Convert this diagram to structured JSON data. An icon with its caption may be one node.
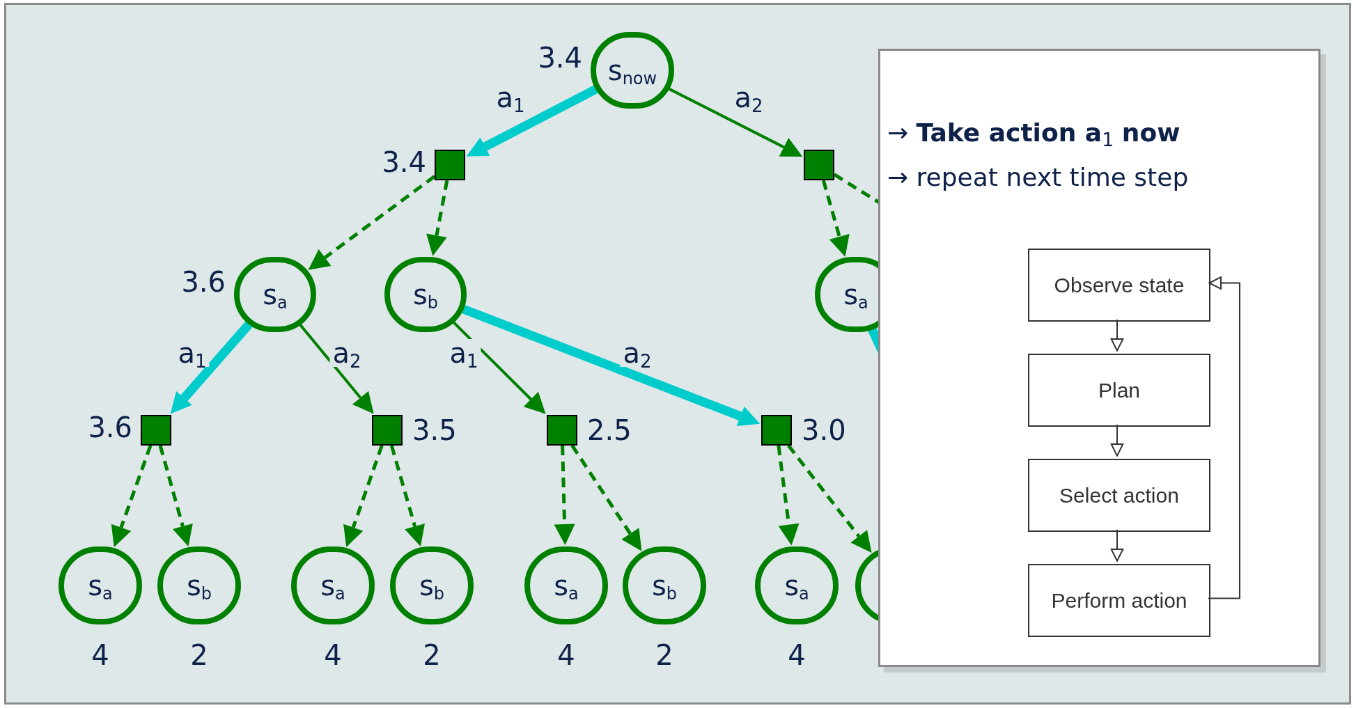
{
  "diagram": {
    "nodes": [
      {
        "text": [
          "s$_{now}$"
        ],
        "beside": [
          "3.4"
        ]
      },
      {
        "text": [],
        "shape": "box",
        "beside": [
          "3.4"
        ]
      },
      {
        "text": [],
        "shape": "box"
      },
      {
        "text": [
          "s$_{a}$"
        ],
        "beside": [
          "3.6"
        ]
      },
      {
        "text": [
          "s$_{b}$"
        ]
      },
      {
        "text": [
          "s$_{a}$"
        ]
      },
      {
        "text": [],
        "shape": "box",
        "beside": [
          "3.6"
        ]
      },
      {
        "text": [],
        "shape": "box",
        "beside": [
          "3.5"
        ]
      },
      {
        "text": [],
        "shape": "box",
        "beside": [
          "2.5"
        ]
      },
      {
        "text": [],
        "shape": "box",
        "beside": [
          "3.0"
        ]
      },
      {
        "text": [
          "s$_{a}$"
        ],
        "beside": [
          "4"
        ]
      },
      {
        "text": [
          "s$_{b}$"
        ],
        "beside": [
          "2"
        ]
      },
      {
        "text": [
          "s$_{a}$"
        ],
        "beside": [
          "4"
        ]
      },
      {
        "text": [
          "s$_{b}$"
        ],
        "beside": [
          "2"
        ]
      },
      {
        "text": [
          "s$_{a}$"
        ],
        "beside": [
          "4"
        ]
      },
      {
        "text": [
          "s$_{b}$"
        ],
        "beside": [
          "2"
        ]
      },
      {
        "text": [
          "s$_{a}$"
        ],
        "beside": [
          "4"
        ]
      },
      {
        "text": [],
        "shape": "circle"
      },
      {
        "text": [
          "→ **Take action a**$_{1}$ **now**",
          "→ repeat next time step"
        ]
      },
      {
        "text": [
          "Observe state"
        ],
        "in": 18
      },
      {
        "text": [
          "Plan"
        ],
        "in": 18
      },
      {
        "text": [
          "Select action"
        ],
        "in": 18
      },
      {
        "text": [
          "Perform action"
        ],
        "in": 18
      }
    ],
    "edges": [
      {
        "from": 0,
        "to": 1,
        "arrow": "to",
        "label": "a$_{1}$",
        "style": "thick",
        "color": "#00cccc"
      },
      {
        "from": 0,
        "to": 2,
        "arrow": "to",
        "label": "a$_{2}$"
      },
      {
        "from": 1,
        "to": 3,
        "arrow": "to",
        "style": "dashed"
      },
      {
        "from": 1,
        "to": 4,
        "arrow": "to",
        "style": "dashed"
      },
      {
        "from": 2,
        "to": 5,
        "arrow": "to",
        "style": "dashed"
      },
      {
        "from": 2,
        "to": null,
        "arrow": "none",
        "style": "dashed"
      },
      {
        "from": 3,
        "to": 6,
        "arrow": "to",
        "label": "a$_{1}$",
        "style": "thick",
        "color": "#00cccc"
      },
      {
        "from": 3,
        "to": 7,
        "arrow": "to",
        "label": "a$_{2}$"
      },
      {
        "from": 4,
        "to": 8,
        "arrow": "to",
        "label": "a$_{1}$"
      },
      {
        "from": 4,
        "to": 9,
        "arrow": "to",
        "label": "a$_{2}$",
        "style": "thick",
        "color": "#00cccc"
      },
      {
        "from": 6,
        "to": 10,
        "arrow": "to",
        "style": "dashed"
      },
      {
        "from": 6,
        "to": 11,
        "arrow": "to",
        "style": "dashed"
      },
      {
        "from": 7,
        "to": 12,
        "arrow": "to",
        "style": "dashed"
      },
      {
        "from": 7,
        "to": 13,
        "arrow": "to",
        "style": "dashed"
      },
      {
        "from": 8,
        "to": 14,
        "arrow": "to",
        "style": "dashed"
      },
      {
        "from": 8,
        "to": 15,
        "arrow": "to",
        "style": "dashed"
      },
      {
        "from": 9,
        "to": 16,
        "arrow": "to",
        "style": "dashed"
      },
      {
        "from": 9,
        "to": 17,
        "arrow": "to",
        "style": "dashed"
      },
      {
        "from": 5,
        "to": null,
        "arrow": "none",
        "style": "thick",
        "color": "#00cccc"
      },
      {
        "from": 19,
        "to": 20,
        "arrow": "to",
        "color": "#333333"
      },
      {
        "from": 20,
        "to": 21,
        "arrow": "to",
        "color": "#333333"
      },
      {
        "from": 21,
        "to": 22,
        "arrow": "to",
        "color": "#333333"
      },
      {
        "from": 22,
        "to": 19,
        "arrow": "to",
        "color": "#333333"
      }
    ]
  }
}
